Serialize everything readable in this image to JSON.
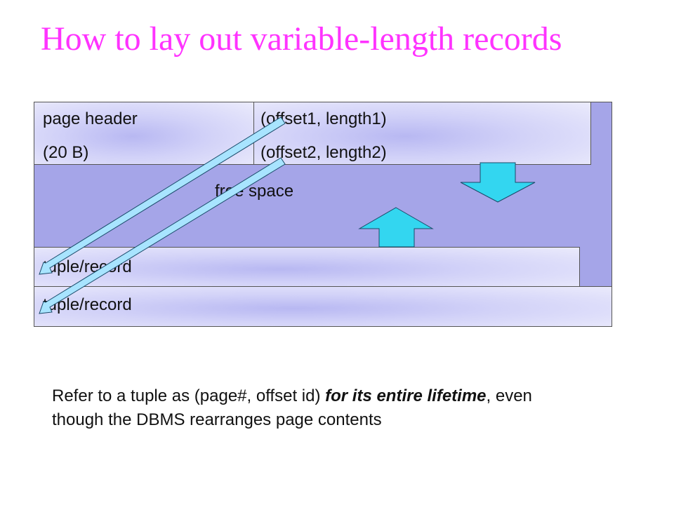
{
  "title": "How to lay out variable-length records",
  "header": {
    "line1": "page header",
    "line2": "(20 B)"
  },
  "slots": {
    "slot1": "(offset1, length1)",
    "slot2": "(offset2, length2)"
  },
  "free_space": "free space",
  "records": {
    "record1": "tuple/record",
    "record2": "tuple/record"
  },
  "note": {
    "part1": "Refer to a tuple as (page#,  offset id) ",
    "emph1": "for its entire lifetime",
    "part2": ", even though the DBMS rearranges page contents"
  },
  "colors": {
    "title": "#ff33ff",
    "page_bg": "#a5a5e8",
    "arrow_fill": "#33d6f0",
    "pointer_fill": "#a8e4ff"
  }
}
